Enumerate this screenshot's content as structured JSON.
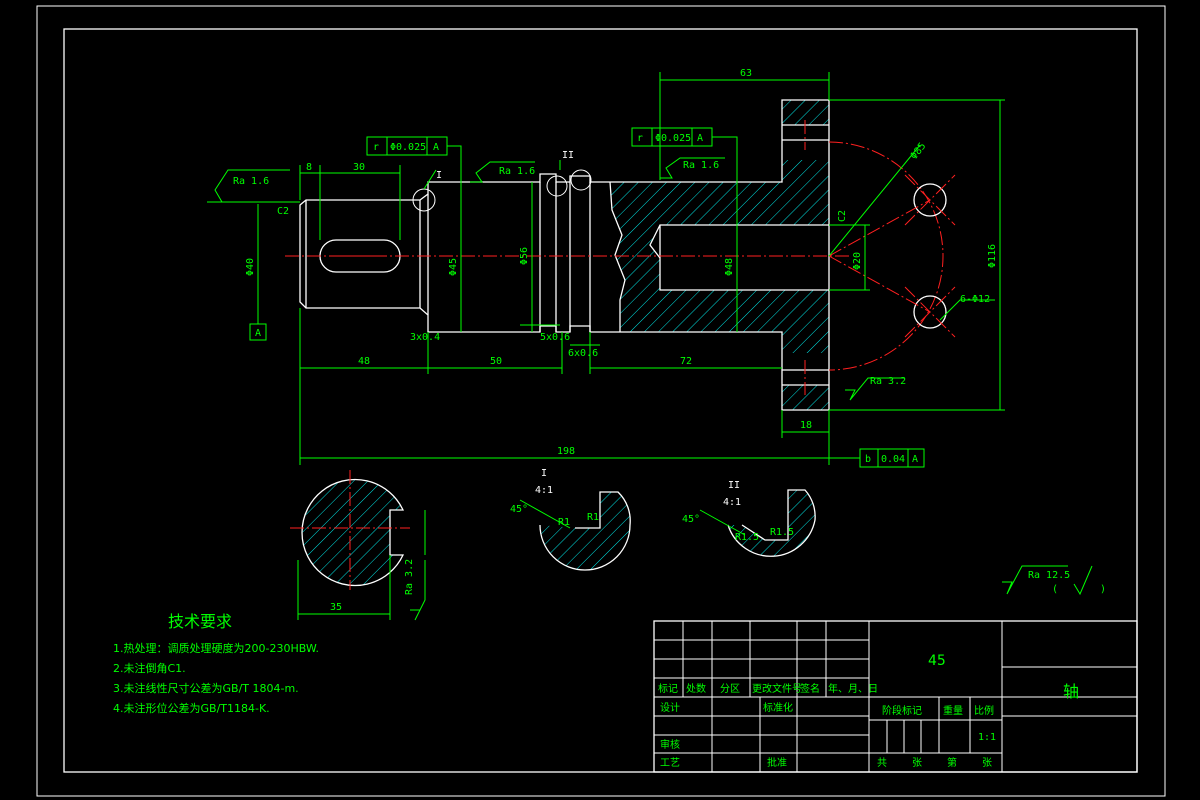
{
  "dims": {
    "d63": "63",
    "d30": "30",
    "d8": "8",
    "d48": "48",
    "d50": "50",
    "d72": "72",
    "d198": "198",
    "d18": "18",
    "phi116": "Φ116",
    "phi56": "Φ56",
    "phi40": "Φ40",
    "phi45": "Φ45",
    "phi48": "Φ48",
    "phi20": "Φ20",
    "phi85": "Φ85",
    "holes": "6-Φ12",
    "c2_left": "C2",
    "c2_right": "C2",
    "groove1": "3x0.4",
    "groove2": "5x0.6",
    "groove3": "6x0.6",
    "key_depth": "35",
    "label_I": "I",
    "label_II": "II"
  },
  "roughness": {
    "left": "Ra 1.6",
    "mid": "Ra 1.6",
    "top": "Ra 1.6",
    "flange": "Ra 3.2",
    "section": "Ra 3.2",
    "general": "Ra 12.5",
    "general_paren_open": "(",
    "general_paren_close": ")"
  },
  "tolerance_frames": {
    "f1": {
      "sym": "r",
      "val": "Φ0.025",
      "datum": "A"
    },
    "f2": {
      "sym": "r",
      "val": "Φ0.025",
      "datum": "A"
    },
    "f3": {
      "sym": "b",
      "val": "0.04",
      "datum": "A"
    },
    "datum_box": "A"
  },
  "details": {
    "d1": {
      "title": "I",
      "scale": "4:1",
      "angle": "45°",
      "r1": "R1",
      "r2": "R1"
    },
    "d2": {
      "title": "II",
      "scale": "4:1",
      "angle": "45°",
      "r1": "R1.5",
      "r2": "R1.5"
    }
  },
  "tech": {
    "title": "技术要求",
    "items": [
      "1.热处理：调质处理硬度为200-230HBW.",
      "2.未注倒角C1.",
      "3.未注线性尺寸公差为GB/T 1804-m.",
      "4.未注形位公差为GB/T1184-K."
    ]
  },
  "title_block": {
    "material": "45",
    "part_name": "轴",
    "headers": [
      "标记",
      "处数",
      "分区",
      "更改文件号",
      "签名",
      "年、月、日"
    ],
    "design": "设计",
    "standardize": "标准化",
    "stage": "阶段标记",
    "weight": "重量",
    "scale_label": "比例",
    "scale_value": "1:1",
    "review": "审核",
    "process": "工艺",
    "approve": "批准",
    "sheet_total": "共",
    "sheet_word": "张",
    "sheet_no": "第",
    "sheet_word2": "张"
  }
}
